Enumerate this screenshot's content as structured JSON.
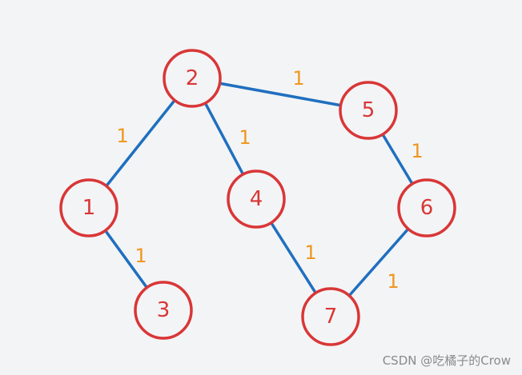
{
  "graph": {
    "nodes": [
      {
        "id": "1",
        "label": "1"
      },
      {
        "id": "2",
        "label": "2"
      },
      {
        "id": "3",
        "label": "3"
      },
      {
        "id": "4",
        "label": "4"
      },
      {
        "id": "5",
        "label": "5"
      },
      {
        "id": "6",
        "label": "6"
      },
      {
        "id": "7",
        "label": "7"
      }
    ],
    "edges": [
      {
        "from": "2",
        "to": "1",
        "weight": "1"
      },
      {
        "from": "2",
        "to": "4",
        "weight": "1"
      },
      {
        "from": "2",
        "to": "5",
        "weight": "1"
      },
      {
        "from": "1",
        "to": "3",
        "weight": "1"
      },
      {
        "from": "4",
        "to": "7",
        "weight": "1"
      },
      {
        "from": "5",
        "to": "6",
        "weight": "1"
      },
      {
        "from": "6",
        "to": "7",
        "weight": "1"
      }
    ]
  },
  "watermark": "CSDN @吃橘子的Crow",
  "colors": {
    "background": "#f3f4f6",
    "node_stroke": "#d93636",
    "edge": "#1f6fbf",
    "weight": "#f0961e"
  }
}
